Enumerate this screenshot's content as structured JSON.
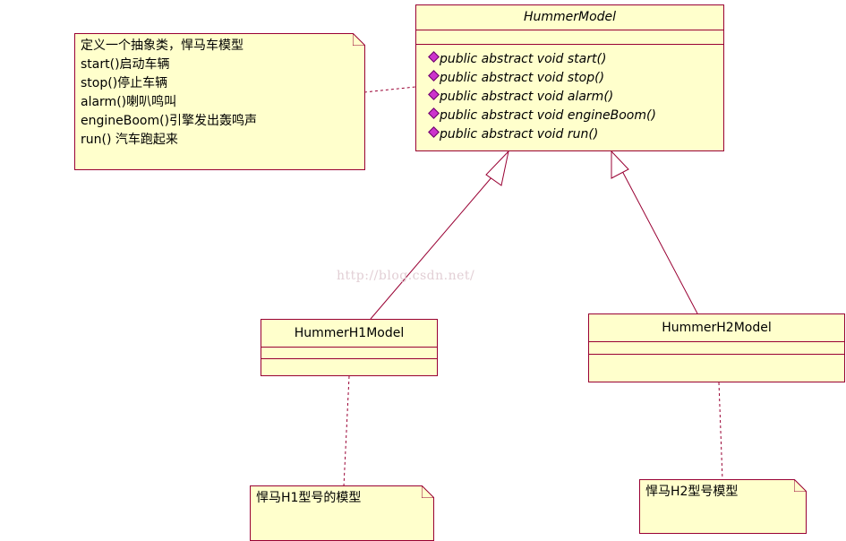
{
  "colors": {
    "box_fill": "#ffffcc",
    "box_border": "#990033",
    "operation_marker": "#cc33cc",
    "watermark": "#e2cfd5"
  },
  "abstract_class": {
    "name": "HummerModel",
    "operations": [
      "public abstract void start()",
      "public abstract void stop()",
      "public abstract void alarm()",
      "public abstract void engineBoom()",
      "public abstract void run()"
    ]
  },
  "abstract_note": {
    "lines": [
      "定义一个抽象类，悍马车模型",
      "start()启动车辆",
      "stop()停止车辆",
      "alarm()喇叭鸣叫",
      "engineBoom()引擎发出轰鸣声",
      "run() 汽车跑起来"
    ]
  },
  "h1_class": {
    "name": "HummerH1Model"
  },
  "h2_class": {
    "name": "HummerH2Model"
  },
  "h1_note": {
    "text": "悍马H1型号的模型"
  },
  "h2_note": {
    "text": "悍马H2型号模型"
  },
  "watermark": {
    "text": "http://blog.csdn.net/"
  }
}
